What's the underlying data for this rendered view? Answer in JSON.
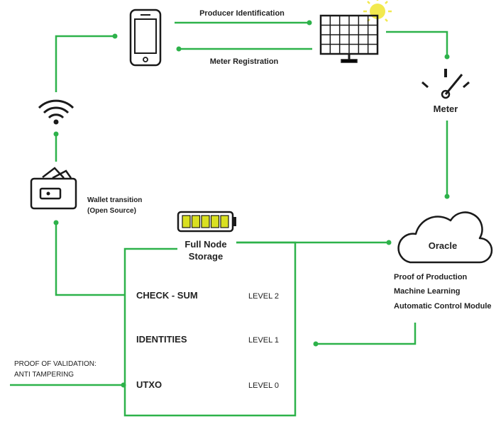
{
  "colors": {
    "line": "#2db24a",
    "icon": "#1a1a1a",
    "sun": "#f2e94e",
    "battery": "#d9e021"
  },
  "icons": {
    "phone": "smartphone-icon",
    "panel": "solar-panel-icon",
    "sun": "sun-icon",
    "meter": "meter-gauge-icon",
    "wifi": "wifi-icon",
    "wallet": "wallet-icon",
    "battery": "battery-icon",
    "cloud": "cloud-icon"
  },
  "labels": {
    "producer_identification": "Producer Identification",
    "meter_registration": "Meter Registration",
    "meter": "Meter",
    "wallet_line1": "Wallet transition",
    "wallet_line2": "(Open Source)",
    "full_node_line1": "Full Node",
    "full_node_line2": "Storage",
    "oracle": "Oracle",
    "oracle_features": [
      "Proof of Production",
      "Machine Learning",
      "Automatic Control Module"
    ],
    "validation_line1": "PROOF OF VALIDATION:",
    "validation_line2": "ANTI TAMPERING"
  },
  "levels": [
    {
      "name": "CHECK - SUM",
      "level": "LEVEL 2"
    },
    {
      "name": "IDENTITIES",
      "level": "LEVEL 1"
    },
    {
      "name": "UTXO",
      "level": "LEVEL 0"
    }
  ]
}
